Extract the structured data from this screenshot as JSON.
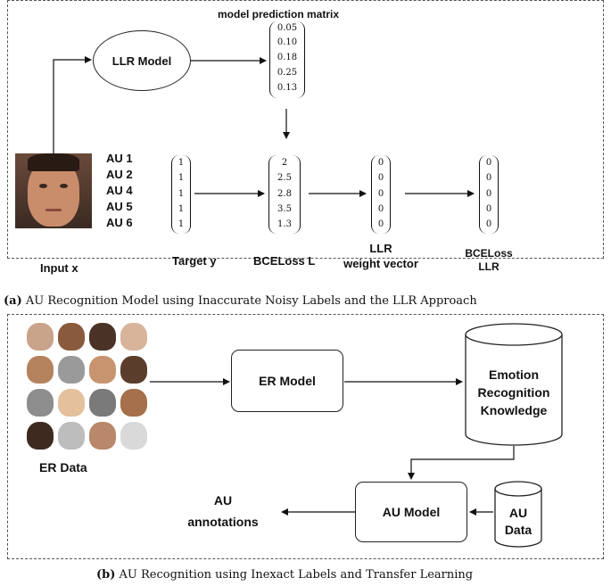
{
  "panel_a": {
    "model_label": "LLR Model",
    "prediction_title": "model prediction matrix",
    "prediction_values": [
      "0.05",
      "0.10",
      "0.18",
      "0.25",
      "0.13"
    ],
    "au_list": [
      "AU 1",
      "AU 2",
      "AU 4",
      "AU 5",
      "AU 6"
    ],
    "input_label": "Input x",
    "target_label": "Target y",
    "target_values": [
      "1",
      "1",
      "1",
      "1",
      "1"
    ],
    "bce_label": "BCELoss L",
    "bce_values": [
      "2",
      "2.5",
      "2.8",
      "3.5",
      "1.3"
    ],
    "llr_label_line1": "LLR",
    "llr_label_line2": "weight vector",
    "llr_values": [
      "0",
      "0",
      "0",
      "0",
      "0"
    ],
    "bce_llr_label_line1": "BCELoss",
    "bce_llr_label_line2": "LLR",
    "bce_llr_values": [
      "0",
      "0",
      "0",
      "0",
      "0"
    ],
    "caption_tag": "(a)",
    "caption_text": "AU Recognition Model using Inaccurate Noisy Labels and the LLR Approach"
  },
  "panel_b": {
    "er_data_label": "ER Data",
    "er_model_label": "ER Model",
    "knowledge_line1": "Emotion",
    "knowledge_line2": "Recognition",
    "knowledge_line3": "Knowledge",
    "au_model_label": "AU Model",
    "au_annotations_line1": "AU",
    "au_annotations_line2": "annotations",
    "au_data_line1": "AU",
    "au_data_line2": "Data",
    "caption_tag": "(b)",
    "caption_text": "AU Recognition using Inexact Labels and Transfer Learning"
  },
  "colors": {
    "border": "#555555",
    "text": "#111111",
    "face_skin_tones": [
      "#c9a38a",
      "#8a5a3c",
      "#4a3326",
      "#d8b49a",
      "#b5825e",
      "#9a9a9a",
      "#c7946f",
      "#5b3d2c",
      "#8d8d8d",
      "#e4c09c",
      "#7a7a7a",
      "#a5704b",
      "#3f2a20",
      "#bdbdbd",
      "#b9876a",
      "#d9d9d9"
    ]
  }
}
